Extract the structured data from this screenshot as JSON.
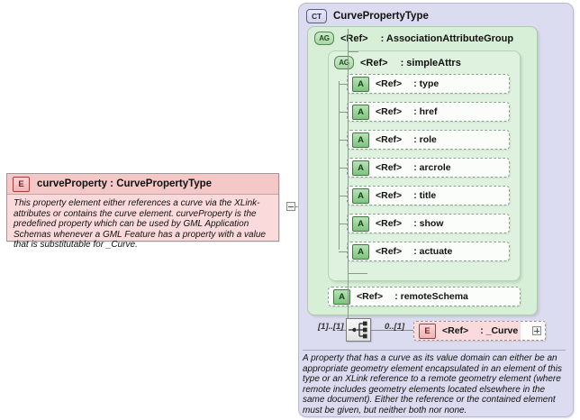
{
  "left_element": {
    "badge": "E",
    "title": "curveProperty  :  CurvePropertyType",
    "documentation": "This property element either references a curve via the XLink-attributes or contains the curve element. curveProperty is the predefined property which can be used by GML Application Schemas whenever a GML Feature has a property with a value that is substitutable for _Curve."
  },
  "type_panel": {
    "badge": "CT",
    "title": "CurvePropertyType",
    "documentation": "A property that has a curve as its value domain can either be an appropriate geometry element encapsulated in an element of this type or an XLink reference to a remote geometry element (where remote includes geometry elements located elsewhere in the same document). Either the reference or the contained element must be given, but neither both nor none."
  },
  "attribute_groups": {
    "outer": {
      "badge": "AG",
      "ref": "<Ref>",
      "name": ": AssociationAttributeGroup"
    },
    "inner": {
      "badge": "AG",
      "ref": "<Ref>",
      "name": ": simpleAttrs"
    }
  },
  "attributes": [
    {
      "badge": "A",
      "ref": "<Ref>",
      "name": ": type"
    },
    {
      "badge": "A",
      "ref": "<Ref>",
      "name": ": href"
    },
    {
      "badge": "A",
      "ref": "<Ref>",
      "name": ": role"
    },
    {
      "badge": "A",
      "ref": "<Ref>",
      "name": ": arcrole"
    },
    {
      "badge": "A",
      "ref": "<Ref>",
      "name": ": title"
    },
    {
      "badge": "A",
      "ref": "<Ref>",
      "name": ": show"
    },
    {
      "badge": "A",
      "ref": "<Ref>",
      "name": ": actuate"
    }
  ],
  "remote_schema": {
    "badge": "A",
    "ref": "<Ref>",
    "name": ": remoteSchema"
  },
  "sequence": {
    "icon": "sequence-icon",
    "cardinality_left": "[1]..[1]",
    "cardinality_right": "0..[1]"
  },
  "curve_element": {
    "badge": "E",
    "ref": "<Ref>",
    "name": ": _Curve",
    "expander": "plus"
  },
  "colors": {
    "element_pink": "#fadada",
    "element_header_pink": "#f5c8c8",
    "type_lavender": "#dcdcf0",
    "group_green_outer": "#d6efd6",
    "group_green_inner": "#dff2df",
    "row_white": "#fbfdfb"
  }
}
